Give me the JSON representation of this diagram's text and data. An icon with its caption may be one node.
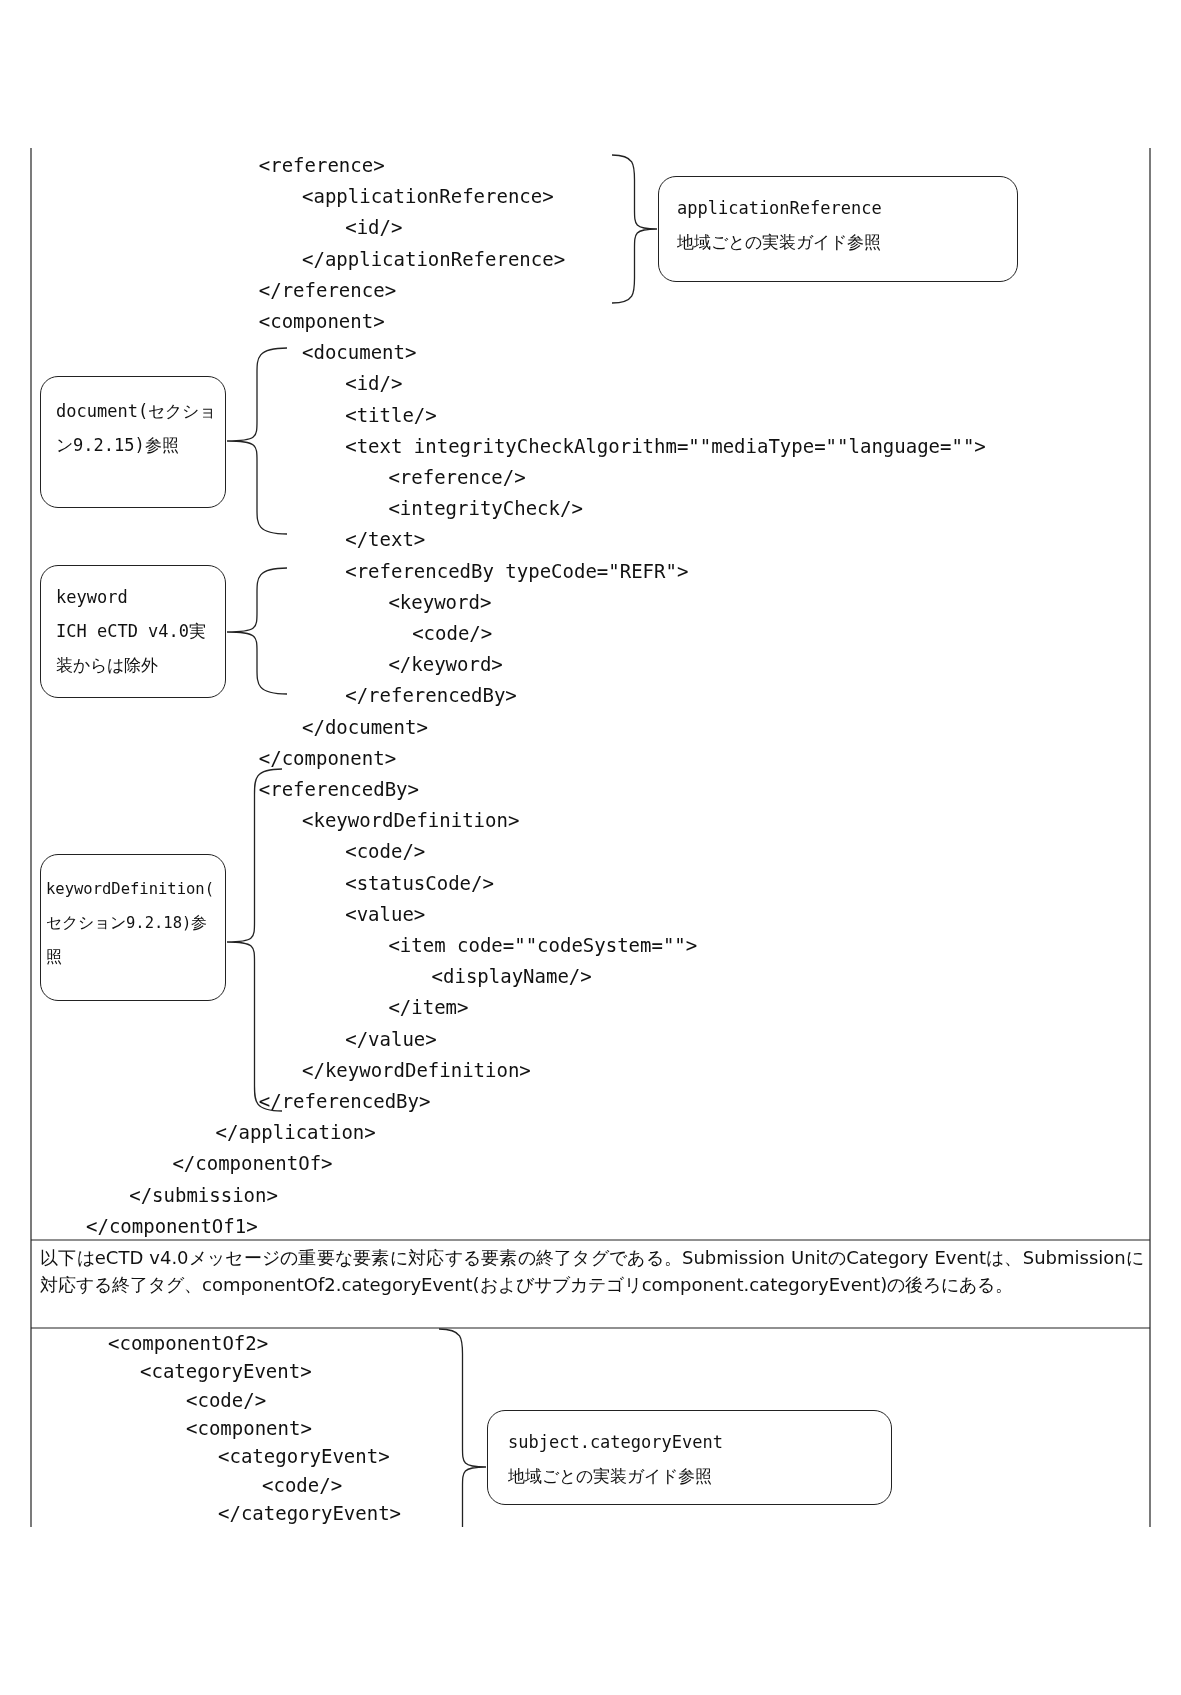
{
  "diagram": {
    "nodes": [
      {
        "text": [
          "applicationReference",
          "地域ごとの実装ガイド参照"
        ]
      },
      {
        "text": [
          "document(セクション9.2.15)参照"
        ]
      },
      {
        "text": [
          "keyword",
          "ICH eCTD v4.0実装からは除外"
        ]
      },
      {
        "text": [
          "keywordDefinition(セクション9.2.18)参照"
        ]
      },
      {
        "text": [
          "subject.categoryEvent",
          "地域ごとの実装ガイド参照"
        ]
      }
    ],
    "labels": [
      "<reference>",
      "<applicationReference>",
      "<id/>",
      "</applicationReference>",
      "</reference>",
      "<component>",
      "<document>",
      "<id/>",
      "<title/>",
      "<text integrityCheckAlgorithm=\"\"mediaType=\"\"language=\"\">",
      "<reference/>",
      "<integrityCheck/>",
      "</text>",
      "<referencedBy typeCode=\"REFR\">",
      "<keyword>",
      "<code/>",
      "</keyword>",
      "</referencedBy>",
      "</document>",
      "</component>",
      "<referencedBy>",
      "<keywordDefinition>",
      "<code/>",
      "<statusCode/>",
      "<value>",
      "<item code=\"\"codeSystem=\"\">",
      "<displayName/>",
      "</item>",
      "</value>",
      "</keywordDefinition>",
      "</referencedBy>",
      "</application>",
      "</componentOf>",
      "</submission>",
      "</componentOf1>",
      "以下はeCTD v4.0メッセージの重要な要素に対応する要素の終了タグである。Submission UnitのCategory Eventは、Submissionに対応する終了タグ、componentOf2.categoryEvent(およびサブカテゴリcomponent.categoryEvent)の後ろにある。",
      "<componentOf2>",
      "<categoryEvent>",
      "<code/>",
      "<component>",
      "<categoryEvent>",
      "<code/>",
      "</categoryEvent>"
    ]
  }
}
